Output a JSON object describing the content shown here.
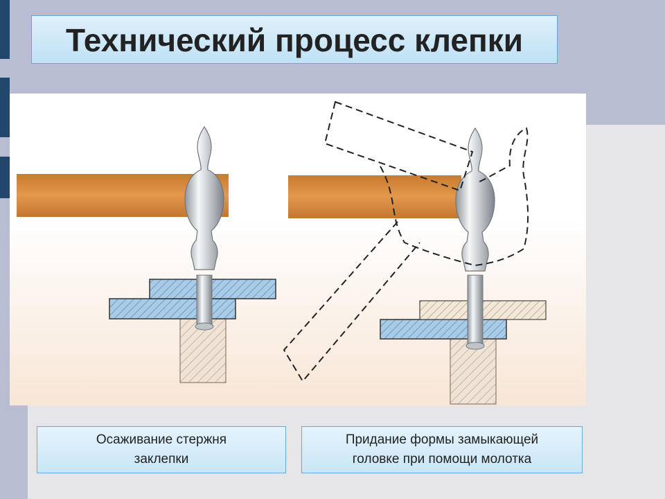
{
  "slide": {
    "title": "Технический процесс клепки"
  },
  "captions": {
    "left": "Осаживание стержня\nзаклепки",
    "right": "Придание формы замыкающей\nголовке при помощи молотка"
  },
  "colors": {
    "background": "#b9bdd2",
    "accent_bar": "#23466c",
    "caption_fill": "#c9e6f6",
    "caption_border": "#6aa6cf",
    "wooden_plank": "#d98a3a",
    "blue_plate": "#8fb8d9",
    "beige_plate": "#efe2cf",
    "metal": "#c9cdd2"
  }
}
